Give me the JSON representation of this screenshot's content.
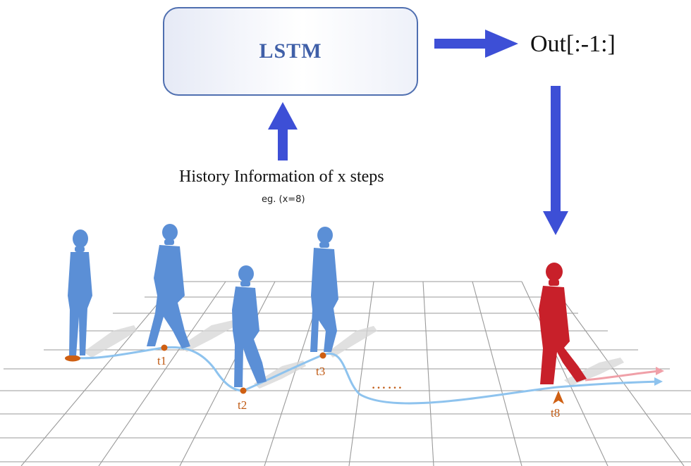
{
  "diagram": {
    "model_label": "LSTM",
    "output_label": "Out[:-1:]",
    "input_caption": "History Information of x steps",
    "input_example": "eg. (x=8)",
    "steps": [
      {
        "label": "t1"
      },
      {
        "label": "t2"
      },
      {
        "label": "t3"
      },
      {
        "label": "……"
      },
      {
        "label": "t8"
      }
    ]
  },
  "colors": {
    "arrow": "#3d4fd6",
    "history_figure": "#5b8fd6",
    "predicted_figure": "#c8202a",
    "step_marker": "#cf5f12",
    "trajectory": "#8ec3ee",
    "predicted_trajectory": "#f0a0a8",
    "grid": "#9a9a9a",
    "box_border": "#4f6fb0",
    "box_text": "#3f5fa8"
  }
}
